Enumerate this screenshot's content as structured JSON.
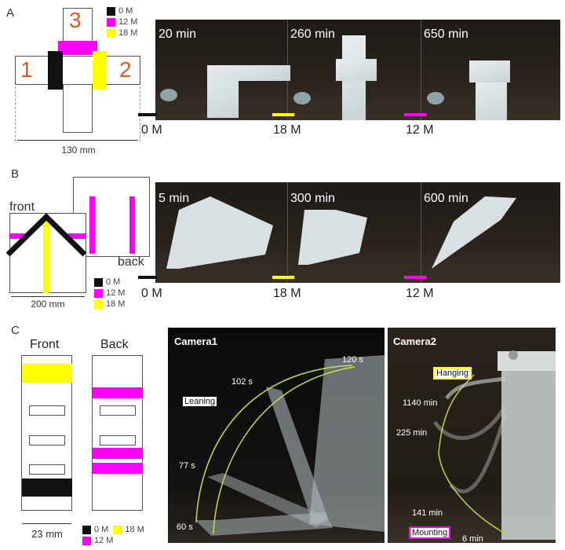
{
  "panels": {
    "A": {
      "label": "A",
      "diagram": {
        "flap_labels": [
          "1",
          "2",
          "3"
        ],
        "dimension": "130 mm"
      },
      "legend": [
        {
          "label": "0 M",
          "color": "#111111"
        },
        {
          "label": "12 M",
          "color": "#ff00ff"
        },
        {
          "label": "18 M",
          "color": "#ffff00"
        }
      ],
      "frames": [
        {
          "time": "20 min",
          "concentration": "0 M",
          "arrow_color": "#111111"
        },
        {
          "time": "260 min",
          "concentration": "18 M",
          "arrow_color": "#ffff00"
        },
        {
          "time": "650 min",
          "concentration": "12 M",
          "arrow_color": "#ff00ff"
        }
      ]
    },
    "B": {
      "label": "B",
      "diagram": {
        "front_label": "front",
        "back_label": "back",
        "dimension": "200 mm"
      },
      "legend": [
        {
          "label": "0 M",
          "color": "#111111"
        },
        {
          "label": "12 M",
          "color": "#ff00ff"
        },
        {
          "label": "18 M",
          "color": "#ffff00"
        }
      ],
      "frames": [
        {
          "time": "5 min",
          "concentration": "0 M",
          "arrow_color": "#111111"
        },
        {
          "time": "300 min",
          "concentration": "18 M",
          "arrow_color": "#ffff00"
        },
        {
          "time": "600 min",
          "concentration": "12 M",
          "arrow_color": "#ff00ff"
        }
      ]
    },
    "C": {
      "label": "C",
      "diagram": {
        "front_label": "Front",
        "back_label": "Back",
        "dimension": "23 mm"
      },
      "legend": [
        {
          "label": "0 M",
          "color": "#111111"
        },
        {
          "label": "18 M",
          "color": "#ffff00"
        },
        {
          "label": "12 M",
          "color": "#ff00ff"
        }
      ],
      "camera1": {
        "title": "Camera1",
        "mode": "Leaning",
        "times": [
          "120 s",
          "102 s",
          "77 s",
          "60 s"
        ]
      },
      "camera2": {
        "title": "Camera2",
        "mode_top": "Hanging",
        "mode_bottom": "Mounting",
        "times": [
          "1140 min",
          "225 min",
          "141 min",
          "6 min"
        ]
      }
    }
  }
}
